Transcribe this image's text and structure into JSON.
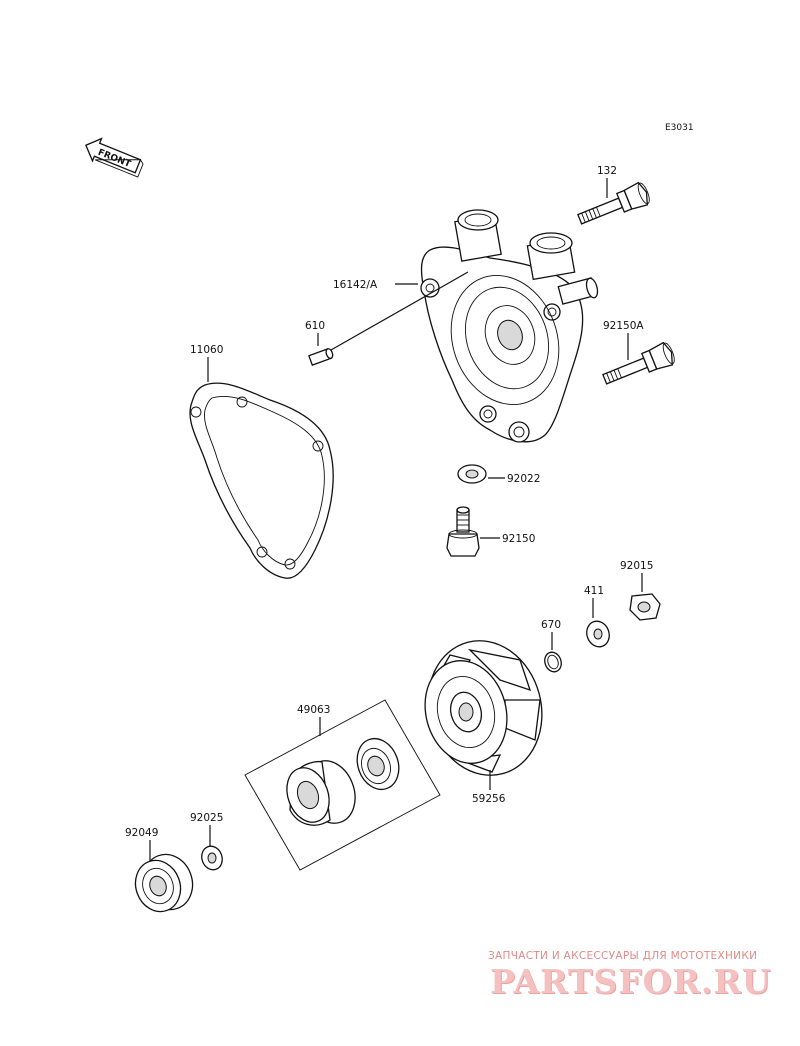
{
  "diagram_code": "E3031",
  "front_arrow_label": "FRONT",
  "parts": {
    "bolt_132": "132",
    "cover_16142A": "16142/A",
    "pin_610": "610",
    "gasket_11060": "11060",
    "bolt_92150A": "92150A",
    "washer_92022": "92022",
    "bolt_92150": "92150",
    "nut_92015": "92015",
    "washer_411": "411",
    "oring_670": "670",
    "seal_kit_49063": "49063",
    "impeller_59256": "59256",
    "washer_92025": "92025",
    "bearing_92049": "92049"
  },
  "watermark": {
    "caption": "ЗАПЧАСТИ И АКСЕССУАРЫ ДЛЯ МОТОТЕХНИКИ",
    "logo": "PARTSFOR.RU"
  }
}
